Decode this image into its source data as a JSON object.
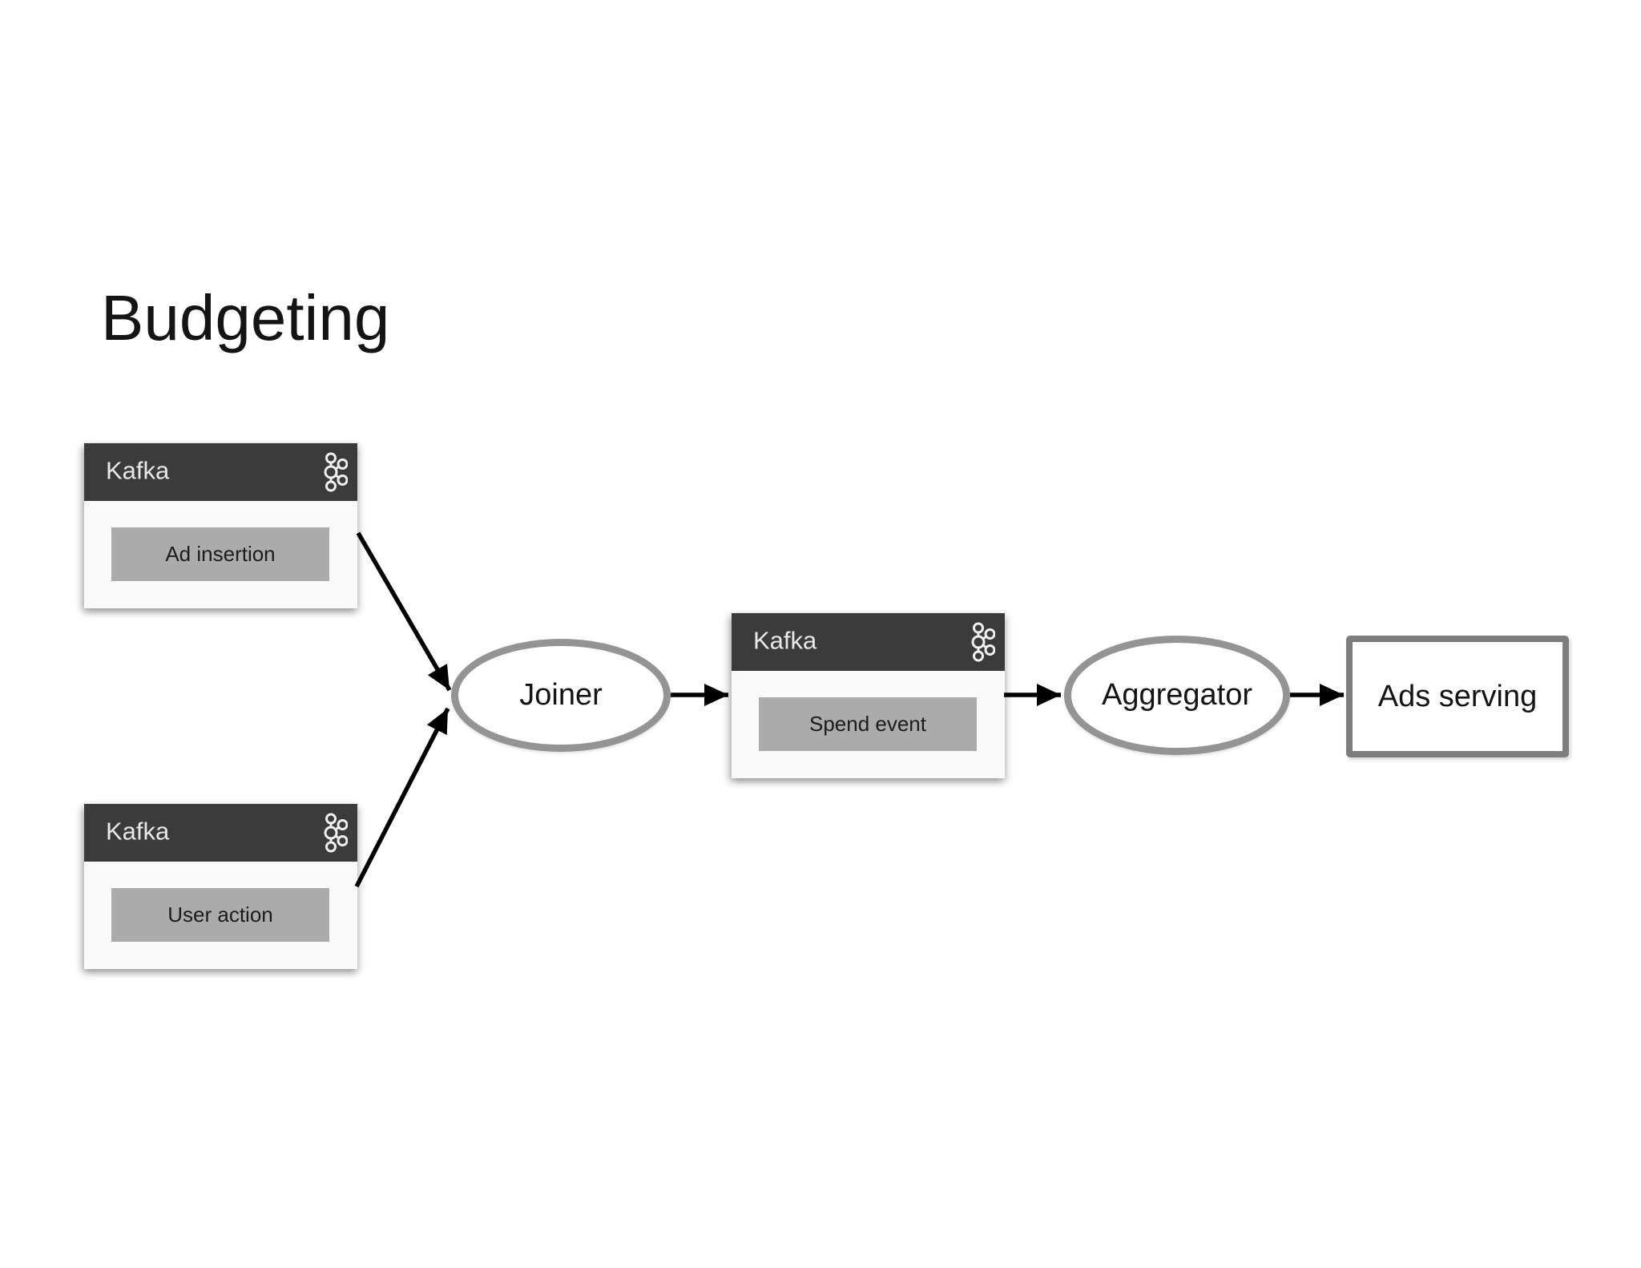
{
  "page": {
    "title": "Budgeting"
  },
  "diagram": {
    "nodes": {
      "kafka_ad_insertion": {
        "type": "kafka-topic-box",
        "title": "Kafka",
        "topic": "Ad insertion"
      },
      "kafka_user_action": {
        "type": "kafka-topic-box",
        "title": "Kafka",
        "topic": "User action"
      },
      "joiner": {
        "type": "process-ellipse",
        "label": "Joiner"
      },
      "kafka_spend_event": {
        "type": "kafka-topic-box",
        "title": "Kafka",
        "topic": "Spend event"
      },
      "aggregator": {
        "type": "process-ellipse",
        "label": "Aggregator"
      },
      "ads_serving": {
        "type": "service-box",
        "label": "Ads serving"
      }
    },
    "edges": [
      {
        "from": "kafka_ad_insertion",
        "to": "joiner"
      },
      {
        "from": "kafka_user_action",
        "to": "joiner"
      },
      {
        "from": "joiner",
        "to": "kafka_spend_event"
      },
      {
        "from": "kafka_spend_event",
        "to": "aggregator"
      },
      {
        "from": "aggregator",
        "to": "ads_serving"
      }
    ],
    "icons": {
      "kafka": "kafka-logo-icon"
    },
    "colors": {
      "page_background": "#ffffff",
      "kafka_header_bg": "#3b3b3b",
      "kafka_header_text": "#e9e9e9",
      "kafka_body_bg": "#fafafa",
      "topic_chip_bg": "#ababab",
      "topic_text": "#1c1c1c",
      "ellipse_border": "#949494",
      "service_border": "#7d7d7d",
      "node_text": "#141414",
      "arrow": "#000000"
    }
  }
}
